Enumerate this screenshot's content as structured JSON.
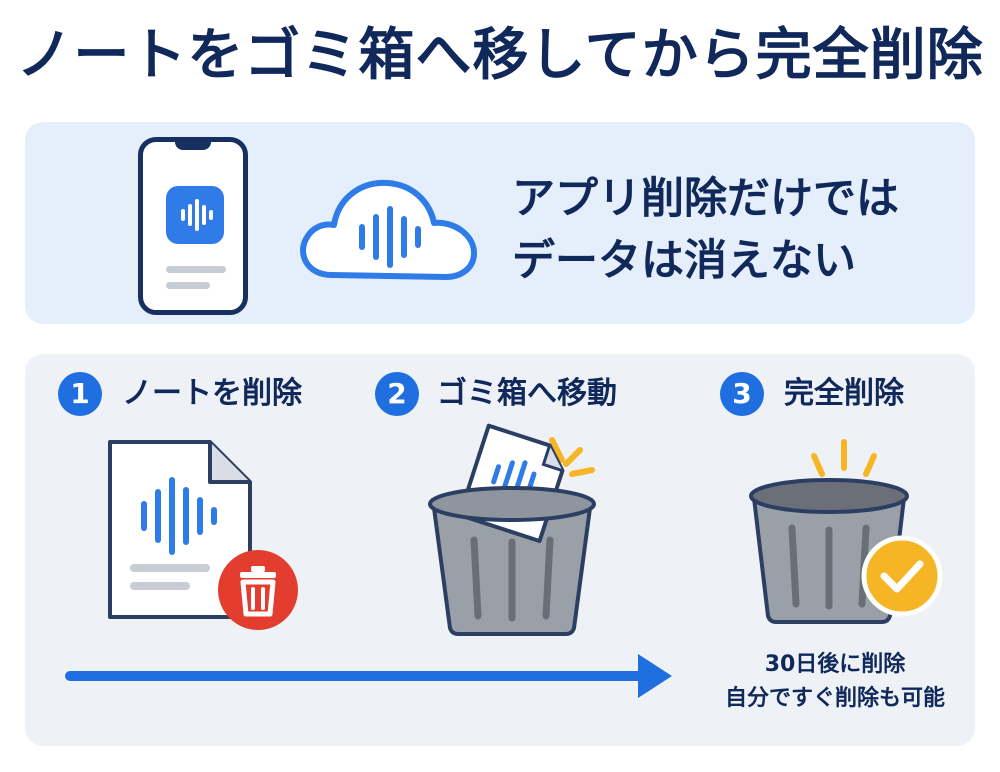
{
  "title": "ノートをゴミ箱へ移してから完全削除",
  "top_message": {
    "line1": "アプリ削除だけでは",
    "line2": "データは消えない"
  },
  "steps": [
    {
      "number": "1",
      "label": "ノートを削除"
    },
    {
      "number": "2",
      "label": "ゴミ箱へ移動"
    },
    {
      "number": "3",
      "label": "完全削除"
    }
  ],
  "note": {
    "line1": "30日後に削除",
    "line2": "自分ですぐ削除も可能"
  },
  "icons": [
    "phone-icon",
    "audio-wave-icon",
    "cloud-icon",
    "document-icon",
    "trash-icon",
    "trash-bin-icon",
    "check-icon",
    "arrow-right-icon"
  ],
  "colors": {
    "accent_blue": "#1f6fe0",
    "navy": "#10285a",
    "panel_blue": "#e4effb",
    "panel_gray": "#eef2f7",
    "delete_red": "#e23d2e",
    "check_yellow": "#f5b524"
  }
}
